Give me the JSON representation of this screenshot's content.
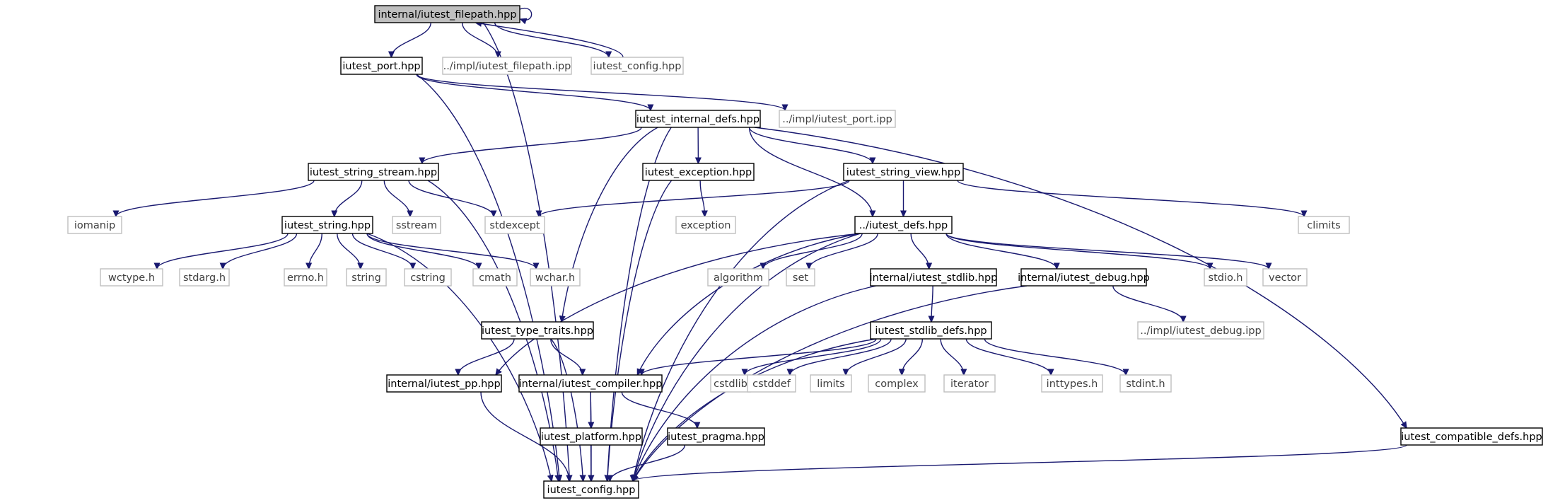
{
  "colors": {
    "edge": "#191970",
    "node_border": "#000000",
    "node_text": "#000000",
    "external_border": "#bfbfbf",
    "external_text": "#404040",
    "root_fill": "#bfbfbf",
    "node_fill": "#ffffff"
  },
  "nodes": [
    {
      "id": "filepath",
      "label": "internal/iutest_filepath.hpp",
      "kind": "root"
    },
    {
      "id": "port",
      "label": "iutest_port.hpp",
      "kind": "file"
    },
    {
      "id": "impl_filepath",
      "label": "../impl/iutest_filepath.ipp",
      "kind": "external"
    },
    {
      "id": "config_top",
      "label": "iutest_config.hpp",
      "kind": "external"
    },
    {
      "id": "internal_defs",
      "label": "iutest_internal_defs.hpp",
      "kind": "file"
    },
    {
      "id": "impl_port",
      "label": "../impl/iutest_port.ipp",
      "kind": "external"
    },
    {
      "id": "string_stream",
      "label": "iutest_string_stream.hpp",
      "kind": "file"
    },
    {
      "id": "exception_hpp",
      "label": "iutest_exception.hpp",
      "kind": "file"
    },
    {
      "id": "string_view",
      "label": "iutest_string_view.hpp",
      "kind": "file"
    },
    {
      "id": "iomanip",
      "label": "iomanip",
      "kind": "external"
    },
    {
      "id": "string_hpp",
      "label": "iutest_string.hpp",
      "kind": "file"
    },
    {
      "id": "sstream",
      "label": "sstream",
      "kind": "external"
    },
    {
      "id": "stdexcept",
      "label": "stdexcept",
      "kind": "external"
    },
    {
      "id": "exception",
      "label": "exception",
      "kind": "external"
    },
    {
      "id": "iutest_defs",
      "label": "../iutest_defs.hpp",
      "kind": "file"
    },
    {
      "id": "climits",
      "label": "climits",
      "kind": "external"
    },
    {
      "id": "wctype",
      "label": "wctype.h",
      "kind": "external"
    },
    {
      "id": "stdarg",
      "label": "stdarg.h",
      "kind": "external"
    },
    {
      "id": "errno",
      "label": "errno.h",
      "kind": "external"
    },
    {
      "id": "string",
      "label": "string",
      "kind": "external"
    },
    {
      "id": "cstring",
      "label": "cstring",
      "kind": "external"
    },
    {
      "id": "cmath",
      "label": "cmath",
      "kind": "external"
    },
    {
      "id": "wchar",
      "label": "wchar.h",
      "kind": "external"
    },
    {
      "id": "algorithm",
      "label": "algorithm",
      "kind": "external"
    },
    {
      "id": "set",
      "label": "set",
      "kind": "external"
    },
    {
      "id": "stdlib_hpp",
      "label": "internal/iutest_stdlib.hpp",
      "kind": "file"
    },
    {
      "id": "debug_hpp",
      "label": "internal/iutest_debug.hpp",
      "kind": "file"
    },
    {
      "id": "stdio",
      "label": "stdio.h",
      "kind": "external"
    },
    {
      "id": "vector",
      "label": "vector",
      "kind": "external"
    },
    {
      "id": "type_traits",
      "label": "iutest_type_traits.hpp",
      "kind": "file"
    },
    {
      "id": "stdlib_defs",
      "label": "iutest_stdlib_defs.hpp",
      "kind": "file"
    },
    {
      "id": "impl_debug",
      "label": "../impl/iutest_debug.ipp",
      "kind": "external"
    },
    {
      "id": "pp_hpp",
      "label": "internal/iutest_pp.hpp",
      "kind": "file"
    },
    {
      "id": "compiler_hpp",
      "label": "internal/iutest_compiler.hpp",
      "kind": "file"
    },
    {
      "id": "cstdlib",
      "label": "cstdlib",
      "kind": "external"
    },
    {
      "id": "cstddef",
      "label": "cstddef",
      "kind": "external"
    },
    {
      "id": "limits",
      "label": "limits",
      "kind": "external"
    },
    {
      "id": "complex",
      "label": "complex",
      "kind": "external"
    },
    {
      "id": "iterator",
      "label": "iterator",
      "kind": "external"
    },
    {
      "id": "inttypes",
      "label": "inttypes.h",
      "kind": "external"
    },
    {
      "id": "stdint",
      "label": "stdint.h",
      "kind": "external"
    },
    {
      "id": "platform_hpp",
      "label": "iutest_platform.hpp",
      "kind": "file"
    },
    {
      "id": "pragma_hpp",
      "label": "iutest_pragma.hpp",
      "kind": "file"
    },
    {
      "id": "compatible_defs",
      "label": "iutest_compatible_defs.hpp",
      "kind": "file"
    },
    {
      "id": "config",
      "label": "iutest_config.hpp",
      "kind": "file"
    }
  ],
  "edges": [
    [
      "filepath",
      "filepath"
    ],
    [
      "filepath",
      "port"
    ],
    [
      "filepath",
      "impl_filepath"
    ],
    [
      "filepath",
      "config_top"
    ],
    [
      "filepath",
      "config"
    ],
    [
      "config_top",
      "filepath"
    ],
    [
      "port",
      "internal_defs"
    ],
    [
      "port",
      "impl_port"
    ],
    [
      "port",
      "config"
    ],
    [
      "internal_defs",
      "string_stream"
    ],
    [
      "internal_defs",
      "exception_hpp"
    ],
    [
      "internal_defs",
      "string_view"
    ],
    [
      "internal_defs",
      "iutest_defs"
    ],
    [
      "internal_defs",
      "type_traits"
    ],
    [
      "internal_defs",
      "compatible_defs"
    ],
    [
      "internal_defs",
      "config"
    ],
    [
      "string_stream",
      "iomanip"
    ],
    [
      "string_stream",
      "string_hpp"
    ],
    [
      "string_stream",
      "sstream"
    ],
    [
      "string_stream",
      "stdexcept"
    ],
    [
      "string_stream",
      "config"
    ],
    [
      "exception_hpp",
      "exception"
    ],
    [
      "exception_hpp",
      "config"
    ],
    [
      "string_view",
      "stdexcept"
    ],
    [
      "string_view",
      "iutest_defs"
    ],
    [
      "string_view",
      "climits"
    ],
    [
      "string_view",
      "config"
    ],
    [
      "string_hpp",
      "wctype"
    ],
    [
      "string_hpp",
      "stdarg"
    ],
    [
      "string_hpp",
      "errno"
    ],
    [
      "string_hpp",
      "string"
    ],
    [
      "string_hpp",
      "cstring"
    ],
    [
      "string_hpp",
      "cmath"
    ],
    [
      "string_hpp",
      "wchar"
    ],
    [
      "string_hpp",
      "config"
    ],
    [
      "iutest_defs",
      "algorithm"
    ],
    [
      "iutest_defs",
      "set"
    ],
    [
      "iutest_defs",
      "stdlib_hpp"
    ],
    [
      "iutest_defs",
      "debug_hpp"
    ],
    [
      "iutest_defs",
      "stdio"
    ],
    [
      "iutest_defs",
      "vector"
    ],
    [
      "iutest_defs",
      "pp_hpp"
    ],
    [
      "iutest_defs",
      "compiler_hpp"
    ],
    [
      "iutest_defs",
      "config"
    ],
    [
      "stdlib_hpp",
      "stdlib_defs"
    ],
    [
      "stdlib_hpp",
      "config"
    ],
    [
      "debug_hpp",
      "impl_debug"
    ],
    [
      "debug_hpp",
      "config"
    ],
    [
      "type_traits",
      "pp_hpp"
    ],
    [
      "type_traits",
      "compiler_hpp"
    ],
    [
      "type_traits",
      "config"
    ],
    [
      "stdlib_defs",
      "compiler_hpp"
    ],
    [
      "stdlib_defs",
      "cstdlib"
    ],
    [
      "stdlib_defs",
      "cstddef"
    ],
    [
      "stdlib_defs",
      "limits"
    ],
    [
      "stdlib_defs",
      "complex"
    ],
    [
      "stdlib_defs",
      "iterator"
    ],
    [
      "stdlib_defs",
      "inttypes"
    ],
    [
      "stdlib_defs",
      "stdint"
    ],
    [
      "stdlib_defs",
      "config"
    ],
    [
      "pp_hpp",
      "config"
    ],
    [
      "compiler_hpp",
      "platform_hpp"
    ],
    [
      "compiler_hpp",
      "pragma_hpp"
    ],
    [
      "compiler_hpp",
      "config"
    ],
    [
      "platform_hpp",
      "config"
    ],
    [
      "pragma_hpp",
      "config"
    ],
    [
      "compatible_defs",
      "config"
    ]
  ]
}
